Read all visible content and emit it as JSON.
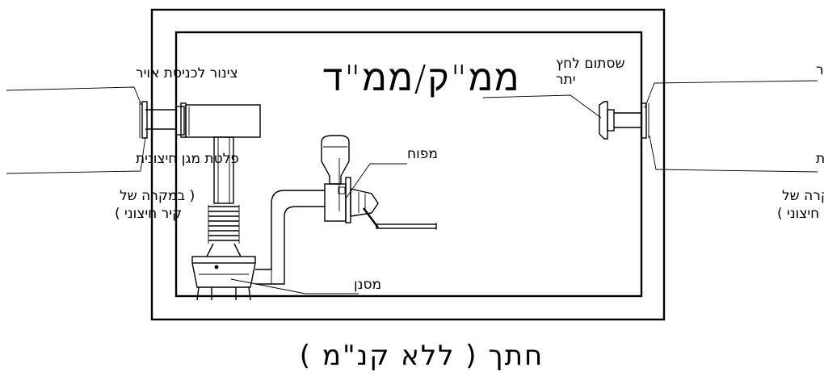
{
  "labels": {
    "room_title": "ממ\"ק/ממ\"ד",
    "air_intake_pipe": "צינור לכניסת אויר",
    "outer_blast_plate_left": "פלטת מגן חיצונית",
    "exterior_wall_case_left_1": "( במקרה של",
    "exterior_wall_case_left_2": "קיר חיצוני )",
    "overpressure_valve_1": "שסתום לחץ",
    "overpressure_valve_2": "יתר",
    "air_release_pipe": "צינור לשחרור אויר",
    "outer_blast_plate_right": "פלטת מגן חיצונית",
    "exterior_wall_case_right_1": "( במקרה של",
    "exterior_wall_case_right_2": "קיר חיצוני )",
    "blower": "מפוח",
    "filter": "מסנן",
    "section_caption": "חתך ( ללא קנ\"מ )"
  },
  "colors": {
    "line": "#000000",
    "background": "#ffffff"
  }
}
